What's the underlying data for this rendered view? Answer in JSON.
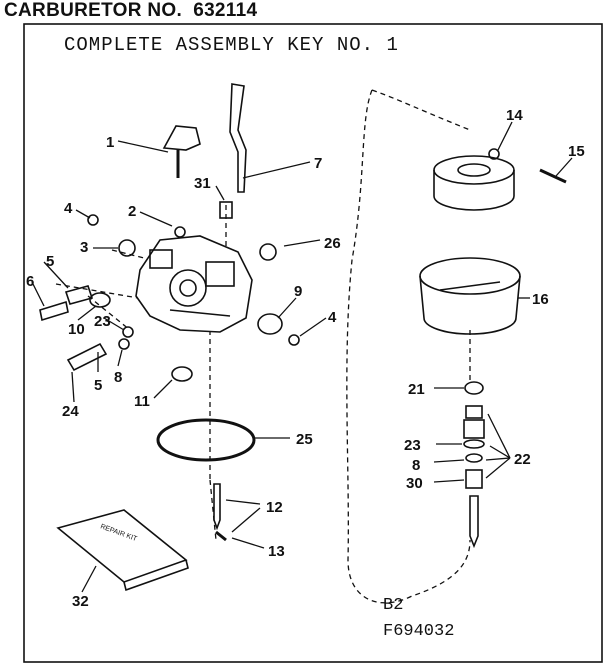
{
  "header": {
    "carb_label": "CARBURETOR NO.",
    "carb_number": "632114"
  },
  "subtitle": "COMPLETE ASSEMBLY KEY NO. 1",
  "figure_codes": {
    "line1": "B2",
    "line2": "F694032"
  },
  "kit_label": "REPAIR KIT",
  "callouts": {
    "c1": "1",
    "c2": "2",
    "c3": "3",
    "c4a": "4",
    "c4b": "4",
    "c5a": "5",
    "c5b": "5",
    "c6": "6",
    "c7": "7",
    "c8a": "8",
    "c8b": "8",
    "c9": "9",
    "c10": "10",
    "c11": "11",
    "c12": "12",
    "c13": "13",
    "c14": "14",
    "c15": "15",
    "c16": "16",
    "c21": "21",
    "c22": "22",
    "c23a": "23",
    "c23b": "23",
    "c24": "24",
    "c25": "25",
    "c26": "26",
    "c30": "30",
    "c31": "31",
    "c32": "32"
  }
}
